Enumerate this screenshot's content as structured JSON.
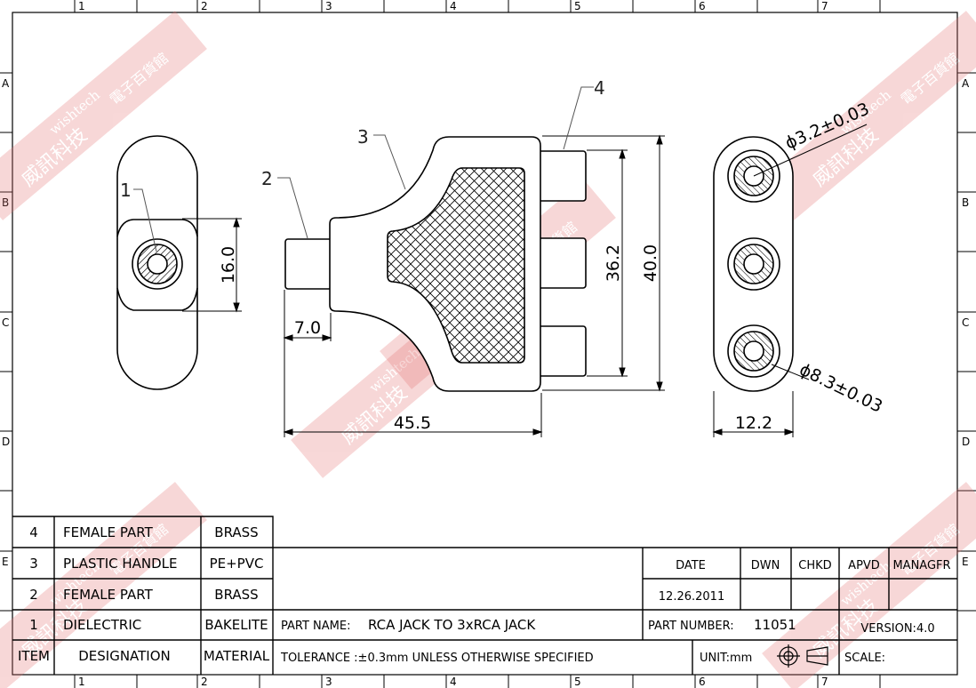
{
  "border": {
    "columns": [
      "1",
      "2",
      "3",
      "4",
      "5",
      "6",
      "7"
    ],
    "rows": [
      "A",
      "B",
      "C",
      "D",
      "E"
    ]
  },
  "callouts": [
    "1",
    "2",
    "3",
    "4"
  ],
  "dimensions": {
    "side_height": "16.0",
    "pin_length": "7.0",
    "total_length": "45.5",
    "pitch_outer": "36.2",
    "overall_height": "40.0",
    "hole_dia": "ϕ3.2±0.03",
    "outer_dia": "ϕ8.3±0.03",
    "end_width": "12.2"
  },
  "bom": [
    {
      "item": "4",
      "designation": "FEMALE PART",
      "material": "BRASS"
    },
    {
      "item": "3",
      "designation": "PLASTIC HANDLE",
      "material": "PE+PVC"
    },
    {
      "item": "2",
      "designation": "FEMALE PART",
      "material": "BRASS"
    },
    {
      "item": "1",
      "designation": "DIELECTRIC",
      "material": "BAKELITE"
    }
  ],
  "bom_header": {
    "item": "ITEM",
    "designation": "DESIGNATION",
    "material": "MATERIAL"
  },
  "title_block": {
    "date_label": "DATE",
    "date": "12.26.2011",
    "dwn": "DWN",
    "chkd": "CHKD",
    "apvd": "APVD",
    "manager": "MANAGFR",
    "part_name_label": "PART  NAME:",
    "part_name": "RCA JACK TO 3xRCA JACK",
    "part_number_label": "PART  NUMBER:",
    "part_number": "11051",
    "version": "VERSION:4.0",
    "tolerance": "TOLERANCE  :±0.3mm  UNLESS  OTHERWISE  SPECIFIED",
    "unit": "UNIT:mm",
    "scale": "SCALE:"
  },
  "watermark": {
    "brand": "wishtech",
    "cn_line1": "威訊科技",
    "cn_line2": "電子百貨館"
  }
}
